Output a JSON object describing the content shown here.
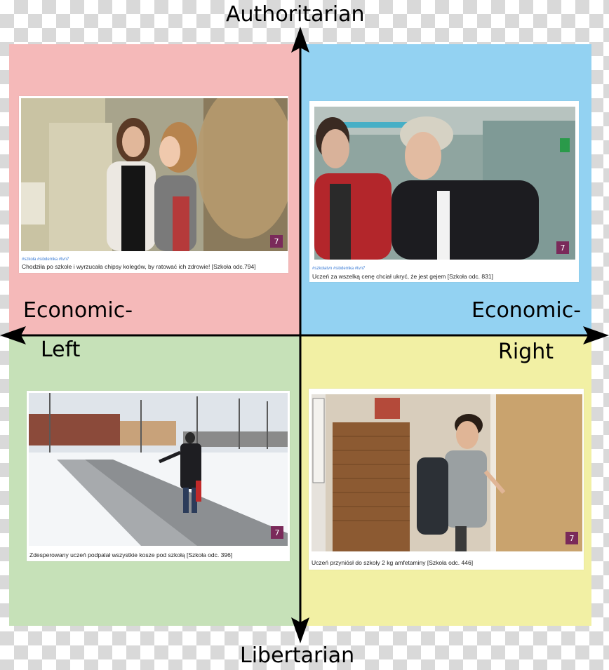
{
  "axes": {
    "top": "Authoritarian",
    "bottom": "Libertarian",
    "left_line1": "Economic-",
    "left_line2": "Left",
    "right_line1": "Economic-",
    "right_line2": "Right"
  },
  "colors": {
    "top_left": "#f5b9b9",
    "top_right": "#93d2f2",
    "bottom_left": "#c6e1b8",
    "bottom_right": "#f2f0a4",
    "axis": "#000000",
    "tag_link": "#3a7bd5",
    "tvn7_badge": "#7a2a5a"
  },
  "cards": {
    "top_left": {
      "tags": "#szkoła #siódemka #tvn7",
      "caption": "Chodziła po szkole i wyrzucała chipsy kolegów, by ratować ich zdrowie! [Szkoła odc.794]",
      "badge": "7"
    },
    "top_right": {
      "tags": "#szkolatvn #siódemka #tvn7",
      "caption": "Uczeń za wszelką cenę chciał ukryć, że jest gejem [Szkoła odc. 831]",
      "badge": "7"
    },
    "bottom_left": {
      "caption": "Zdesperowany uczeń podpalał wszystkie kosze pod szkołą [Szkoła odc. 396]",
      "badge": "7"
    },
    "bottom_right": {
      "caption": "Uczeń przyniósł do szkoły 2 kg amfetaminy [Szkoła odc. 446]",
      "badge": "7"
    }
  }
}
